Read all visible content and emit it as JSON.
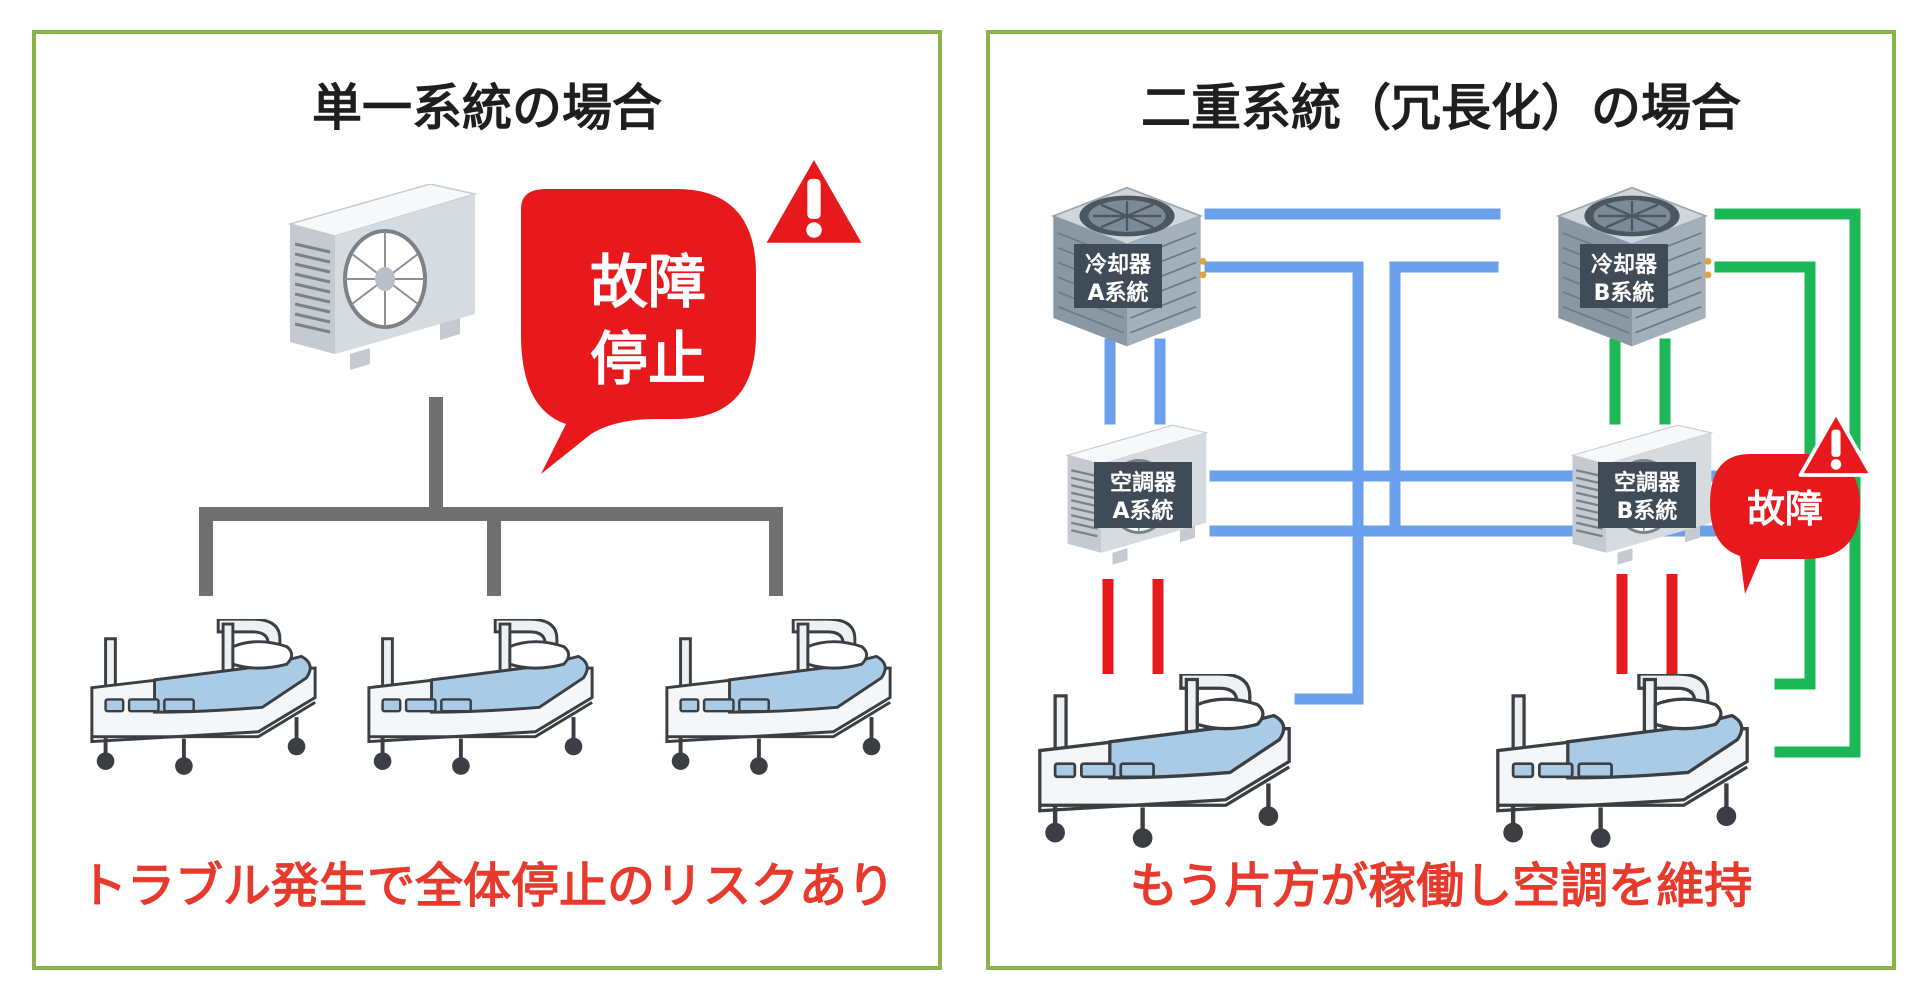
{
  "left": {
    "title": "単一系統の場合",
    "bubble": [
      "故障",
      "停止"
    ],
    "caption": "トラブル発生で全体停止のリスクあり"
  },
  "right": {
    "title": "二重系統（冗長化）の場合",
    "chiller_a": [
      "冷却器",
      "A系統"
    ],
    "chiller_b": [
      "冷却器",
      "B系統"
    ],
    "ac_a": [
      "空調器",
      "A系統"
    ],
    "ac_b": [
      "空調器",
      "B系統"
    ],
    "bubble": "故障",
    "caption": "もう片方が稼働し空調を維持"
  },
  "colors": {
    "border": "#8ab34a",
    "alert_red": "#e8191c",
    "caption_red": "#e73a2c",
    "system_a_blue": "#6aa0ec",
    "system_b_green": "#1cb858",
    "supply_red": "#e8191c",
    "pipe_gray": "#707070"
  }
}
